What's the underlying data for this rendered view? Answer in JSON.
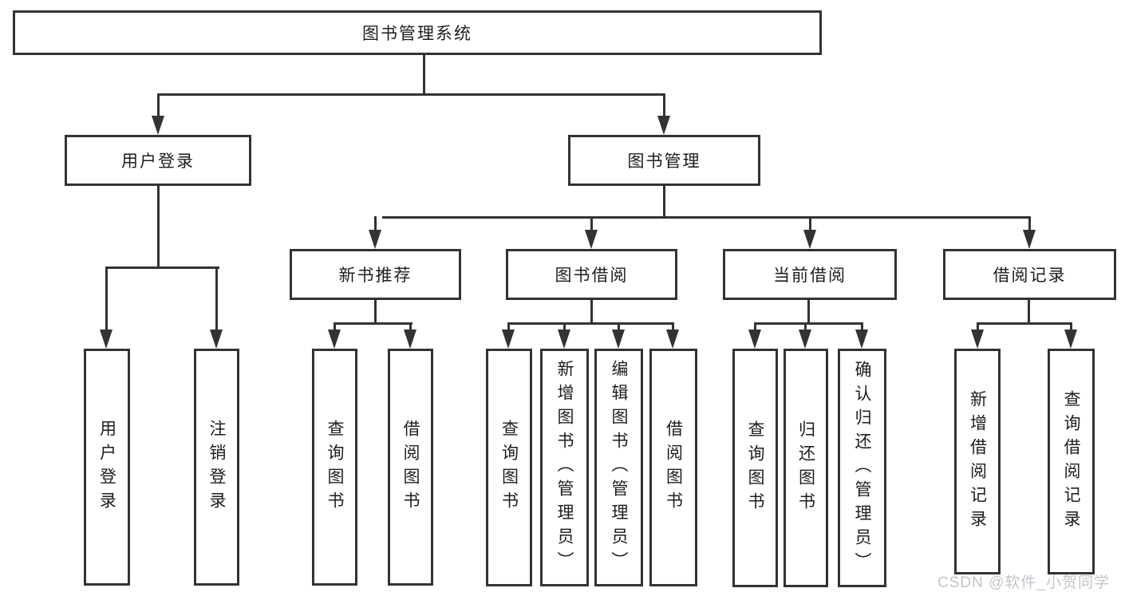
{
  "tree": {
    "root": {
      "label": "图书管理系统"
    },
    "branches": [
      {
        "label": "用户登录",
        "children": [
          {
            "label": "用户登录"
          },
          {
            "label": "注销登录"
          }
        ]
      },
      {
        "label": "图书管理",
        "children": [
          {
            "label": "新书推荐",
            "children": [
              {
                "label": "查询图书"
              },
              {
                "label": "借阅图书"
              }
            ]
          },
          {
            "label": "图书借阅",
            "children": [
              {
                "label": "查询图书"
              },
              {
                "label": "新增图书（管理员）"
              },
              {
                "label": "编辑图书（管理员）"
              },
              {
                "label": "借阅图书"
              }
            ]
          },
          {
            "label": "当前借阅",
            "children": [
              {
                "label": "查询图书"
              },
              {
                "label": "归还图书"
              },
              {
                "label": "确认归还（管理员）"
              }
            ]
          },
          {
            "label": "借阅记录",
            "children": [
              {
                "label": "新增借阅记录"
              },
              {
                "label": "查询借阅记录"
              }
            ]
          }
        ]
      }
    ]
  },
  "watermark": "CSDN @软件_小贺同学",
  "colors": {
    "line": "#333333",
    "text": "#1d1d1d",
    "background": "#ffffff",
    "watermark": "#c2c5cb"
  }
}
